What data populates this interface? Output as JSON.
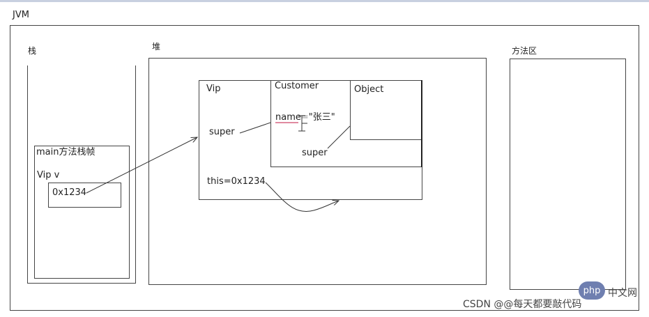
{
  "jvm": {
    "label": "JVM"
  },
  "stack": {
    "label": "栈",
    "frame": {
      "label": "main方法栈帧",
      "var_label": "Vip v",
      "value": "0x1234"
    }
  },
  "heap": {
    "label": "堆",
    "vip": {
      "label": "Vip",
      "super_label": "super",
      "this_label": "this=0x1234"
    },
    "customer": {
      "label": "Customer",
      "name_key": "name",
      "name_eq": "=",
      "name_value": "\"张三\"",
      "super_label": "super"
    },
    "object": {
      "label": "Object"
    }
  },
  "method_area": {
    "label": "方法区"
  },
  "watermark": {
    "badge": "php",
    "site": "中文网",
    "text": "CSDN @@每天都要敲代码"
  }
}
